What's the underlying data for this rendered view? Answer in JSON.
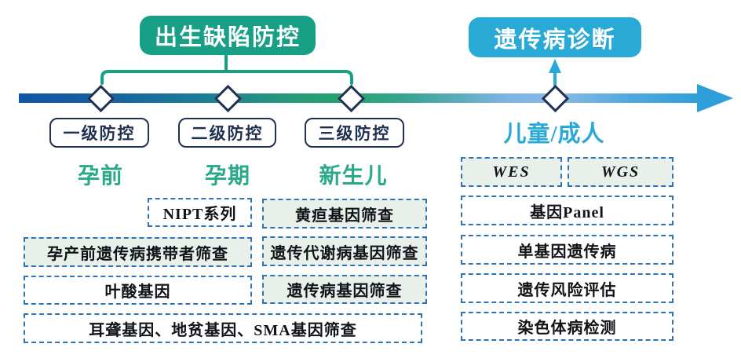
{
  "header": {
    "birth_defect_title": "出生缺陷防控",
    "genetic_diagnosis_title": "遗传病诊断"
  },
  "timeline": {
    "stages": [
      {
        "prevention": "一级防控",
        "stage": "孕前"
      },
      {
        "prevention": "二级防控",
        "stage": "孕期"
      },
      {
        "prevention": "三级防控",
        "stage": "新生儿"
      }
    ],
    "adult_stage": "儿童/成人"
  },
  "boxes": {
    "nipt": {
      "label": "NIPT系列"
    },
    "jaundice": {
      "label": "黄疸基因筛查"
    },
    "carrier": {
      "label": "孕产前遗传病携带者筛查"
    },
    "metabolic": {
      "label": "遗传代谢病基因筛查"
    },
    "folate": {
      "label": "叶酸基因"
    },
    "genetic": {
      "label": "遗传病基因筛查"
    },
    "deaf": {
      "label": "耳聋基因、地贫基因、SMA基因筛查"
    },
    "wes": {
      "label": "WES"
    },
    "wgs": {
      "label": "WGS"
    },
    "panel": {
      "label": "基因Panel"
    },
    "monogenic": {
      "label": "单基因遗传病"
    },
    "risk": {
      "label": "遗传风险评估"
    },
    "chromosome": {
      "label": "染色体病检测"
    }
  },
  "colors": {
    "green_accent": "#17A086",
    "blue_accent": "#29A9D6",
    "navy_outline": "#1F3050",
    "stage_green": "#2AA98B",
    "dashed_border_blue": "#2E74B5",
    "box_fill_light": "#E9F0EA",
    "timeline_gradient_start": "#0F55A7",
    "timeline_gradient_green": "#22A36B",
    "timeline_gradient_lightblue": "#7FB4E5",
    "timeline_gradient_end": "#2E9FD8"
  }
}
